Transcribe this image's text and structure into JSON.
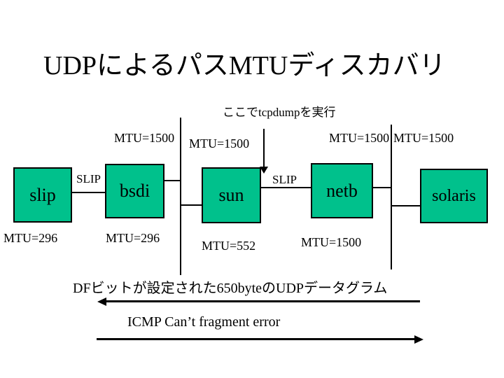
{
  "slide": {
    "title": "UDPによるパスMTUディスカバリ",
    "subtitle": "ここでtcpdumpを実行",
    "colors": {
      "background": "#ffffff",
      "node_fill": "#00c18c",
      "node_border": "#000000",
      "text": "#000000"
    },
    "nodes": {
      "slip": "slip",
      "bsdi": "bsdi",
      "sun": "sun",
      "netb": "netb",
      "solaris": "solaris"
    },
    "link_labels": {
      "slip_bsdi": "SLIP",
      "sun_netb": "SLIP"
    },
    "mtu_labels": {
      "top_bsdi": "MTU=1500",
      "top_sun": "MTU=1500",
      "top_netb": "MTU=1500",
      "top_solaris": "MTU=1500",
      "bottom_slip": "MTU=296",
      "bottom_bsdi": "MTU=296",
      "bottom_sun": "MTU=552",
      "bottom_netb": "MTU=1500"
    },
    "annotations": {
      "datagram": "DFビットが設定された650byteのUDPデータグラム",
      "icmp_error": "ICMP Can’t fragment error"
    }
  }
}
